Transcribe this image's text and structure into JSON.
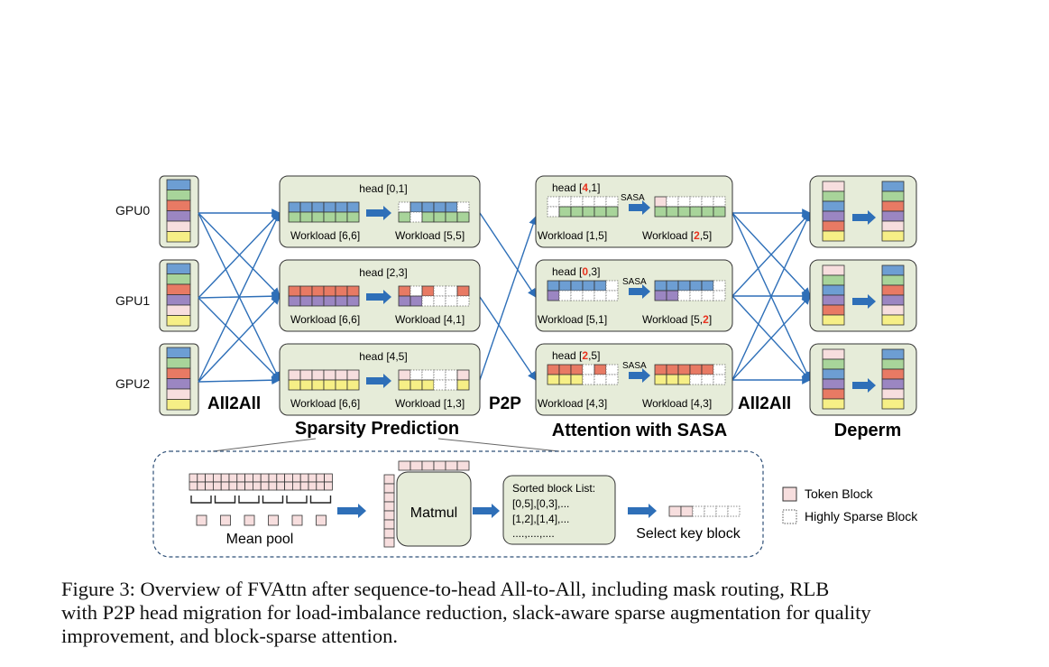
{
  "gpus": [
    "GPU0",
    "GPU1",
    "GPU2"
  ],
  "comm_labels": {
    "left": "All2All",
    "mid": "P2P",
    "right": "All2All"
  },
  "stage_titles": {
    "sparsity": "Sparsity Prediction",
    "attention": "Attention with SASA",
    "deperm": "Deperm"
  },
  "sparsity_boxes": [
    {
      "head": "head [0,1]",
      "workload_before": "Workload [6,6]",
      "workload_after": "Workload [5,5]"
    },
    {
      "head": "head [2,3]",
      "workload_before": "Workload [6,6]",
      "workload_after": "Workload [4,1]"
    },
    {
      "head": "head [4,5]",
      "workload_before": "Workload [6,6]",
      "workload_after": "Workload [1,3]"
    }
  ],
  "attention_boxes": [
    {
      "head_pre": "head [",
      "head_hl": "4",
      "head_post": ",1]",
      "sasa": "SASA",
      "w1": "Workload [1,5]",
      "w2_pre": "Workload [",
      "w2_hl": "2",
      "w2_post": ",5]"
    },
    {
      "head_pre": "head [",
      "head_hl": "0",
      "head_post": ",3]",
      "sasa": "SASA",
      "w1": "Workload [5,1]",
      "w2_pre": "Workload [5,",
      "w2_hl": "2",
      "w2_post": "]"
    },
    {
      "head_pre": "head [",
      "head_hl": "2",
      "head_post": ",5]",
      "sasa": "SASA",
      "w1": "Workload [4,3]",
      "w2_pre": "Workload [4,3]",
      "w2_hl": "",
      "w2_post": ""
    }
  ],
  "detail": {
    "mean_pool": "Mean pool",
    "matmul": "Matmul",
    "sorted_list": [
      "Sorted block List:",
      "[0,5],[0,3],...",
      "[1,2],[1,4],...",
      "....,....,...."
    ],
    "select": "Select key block"
  },
  "legend": {
    "token": "Token Block",
    "sparse": "Highly Sparse Block"
  },
  "caption": [
    "Figure 3: Overview of FVAttn after sequence-to-head All-to-All, including mask routing, RLB",
    "with P2P head migration for load-imbalance reduction, slack-aware sparse augmentation for quality",
    "improvement, and block-sparse attention."
  ],
  "colors": {
    "panel_fill": "#e6ecd9",
    "blue": "#6d9ed3",
    "green": "#a8d49a",
    "red": "#e87a64",
    "purple": "#9b86c2",
    "pink": "#f7dede",
    "yellow": "#f6ef86",
    "gray": "#d9d9d9",
    "arrow": "#2e6fb8",
    "highlight": "#e8321e"
  }
}
